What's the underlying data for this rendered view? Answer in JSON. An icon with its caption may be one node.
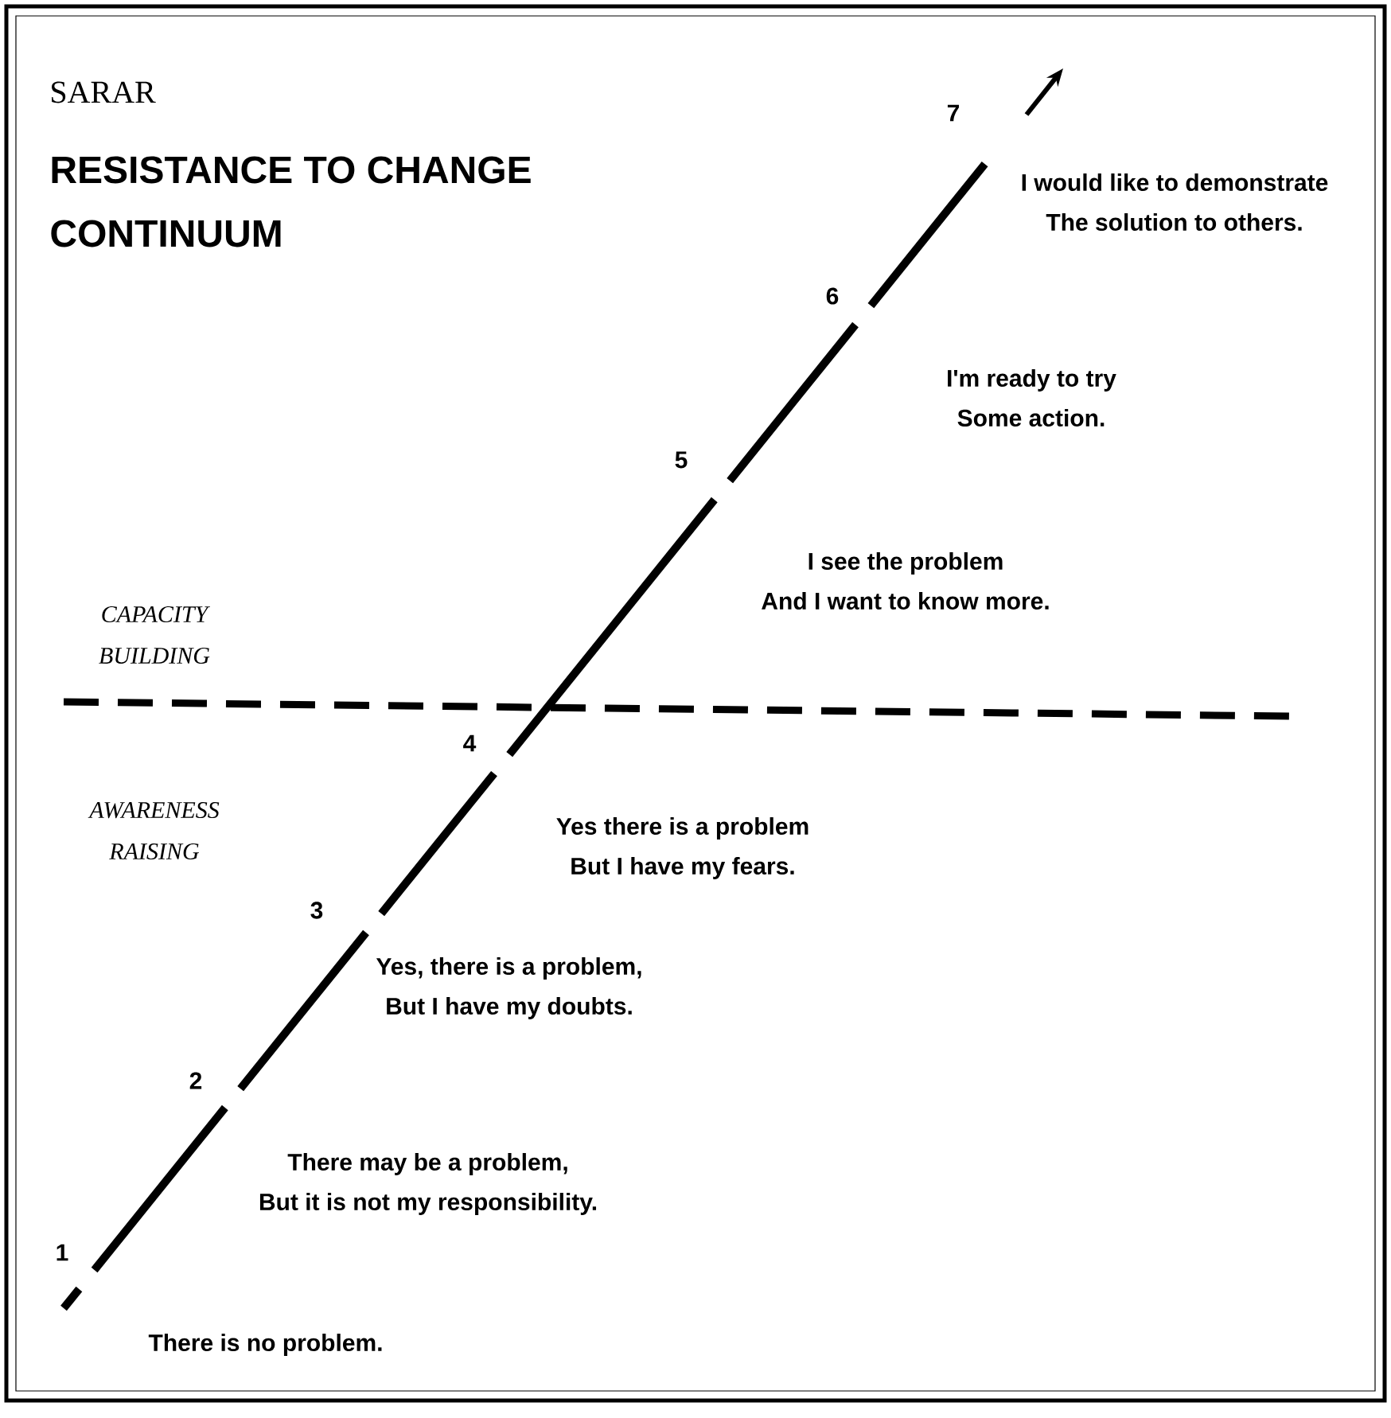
{
  "diagram": {
    "title": "RESISTANCE TO CHANGE CONTINUUM",
    "labels": [
      "SARAR",
      "7",
      "I would like to demonstrate The solution to others.",
      "6",
      "I'm ready to try Some action.",
      "5",
      "I see the problem And I want to know more.",
      "CAPACITY BUILDING",
      "4",
      "AWARENESS RAISING",
      "Yes there is a problem But I have my fears.",
      "3",
      "Yes, there is a problem, But I have my doubts.",
      "2",
      "There may be a problem, But it is not my responsibility.",
      "1",
      "There is no problem."
    ]
  }
}
